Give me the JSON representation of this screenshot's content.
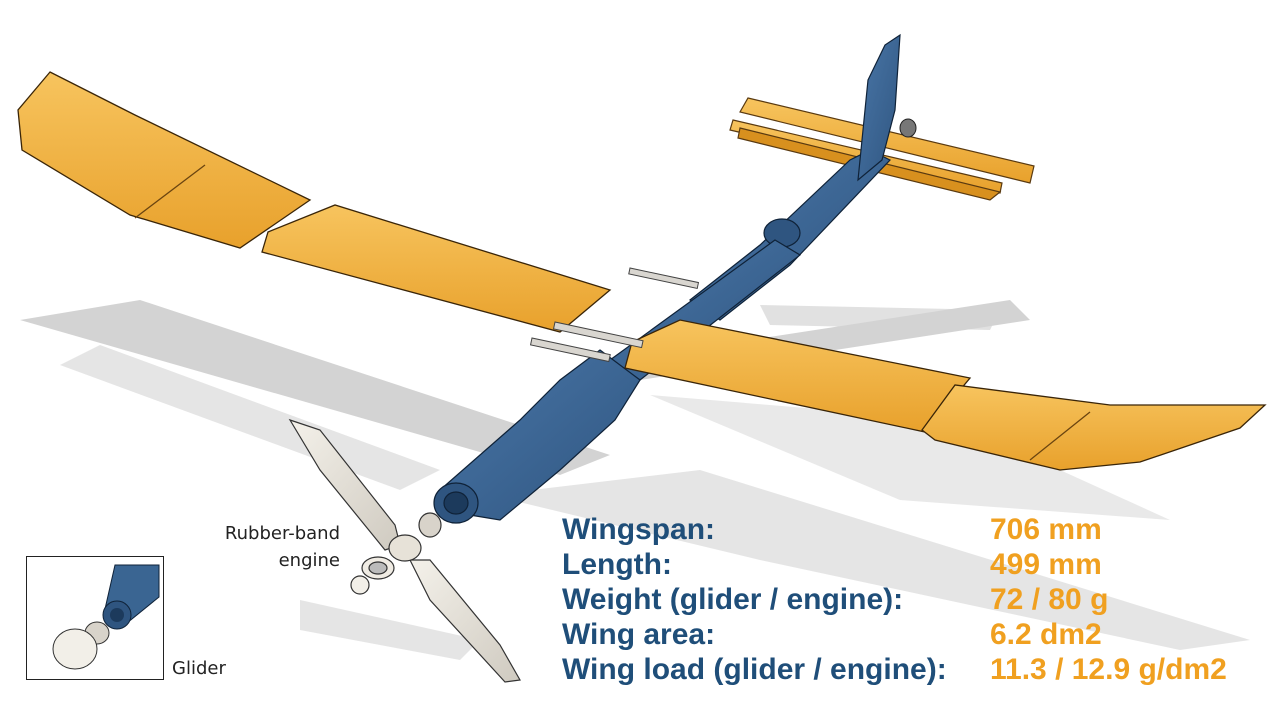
{
  "specs": [
    {
      "label": "Wingspan:",
      "value": "706 mm"
    },
    {
      "label": "Length:",
      "value": "499 mm"
    },
    {
      "label": "Weight (glider / engine):",
      "value": "72 / 80 g"
    },
    {
      "label": "Wing area:",
      "value": "6.2 dm2"
    },
    {
      "label": "Wing load (glider / engine):",
      "value": "11.3 / 12.9 g/dm2"
    }
  ],
  "labels": {
    "rubber_band_line1": "Rubber-band",
    "rubber_band_line2": "engine",
    "glider": "Glider"
  },
  "colors": {
    "fuselage": "#3a6592",
    "wing": "#f2b13f",
    "shadow": "#c9c9c9",
    "label_blue": "#1f4e79",
    "value_orange": "#f0a020"
  }
}
